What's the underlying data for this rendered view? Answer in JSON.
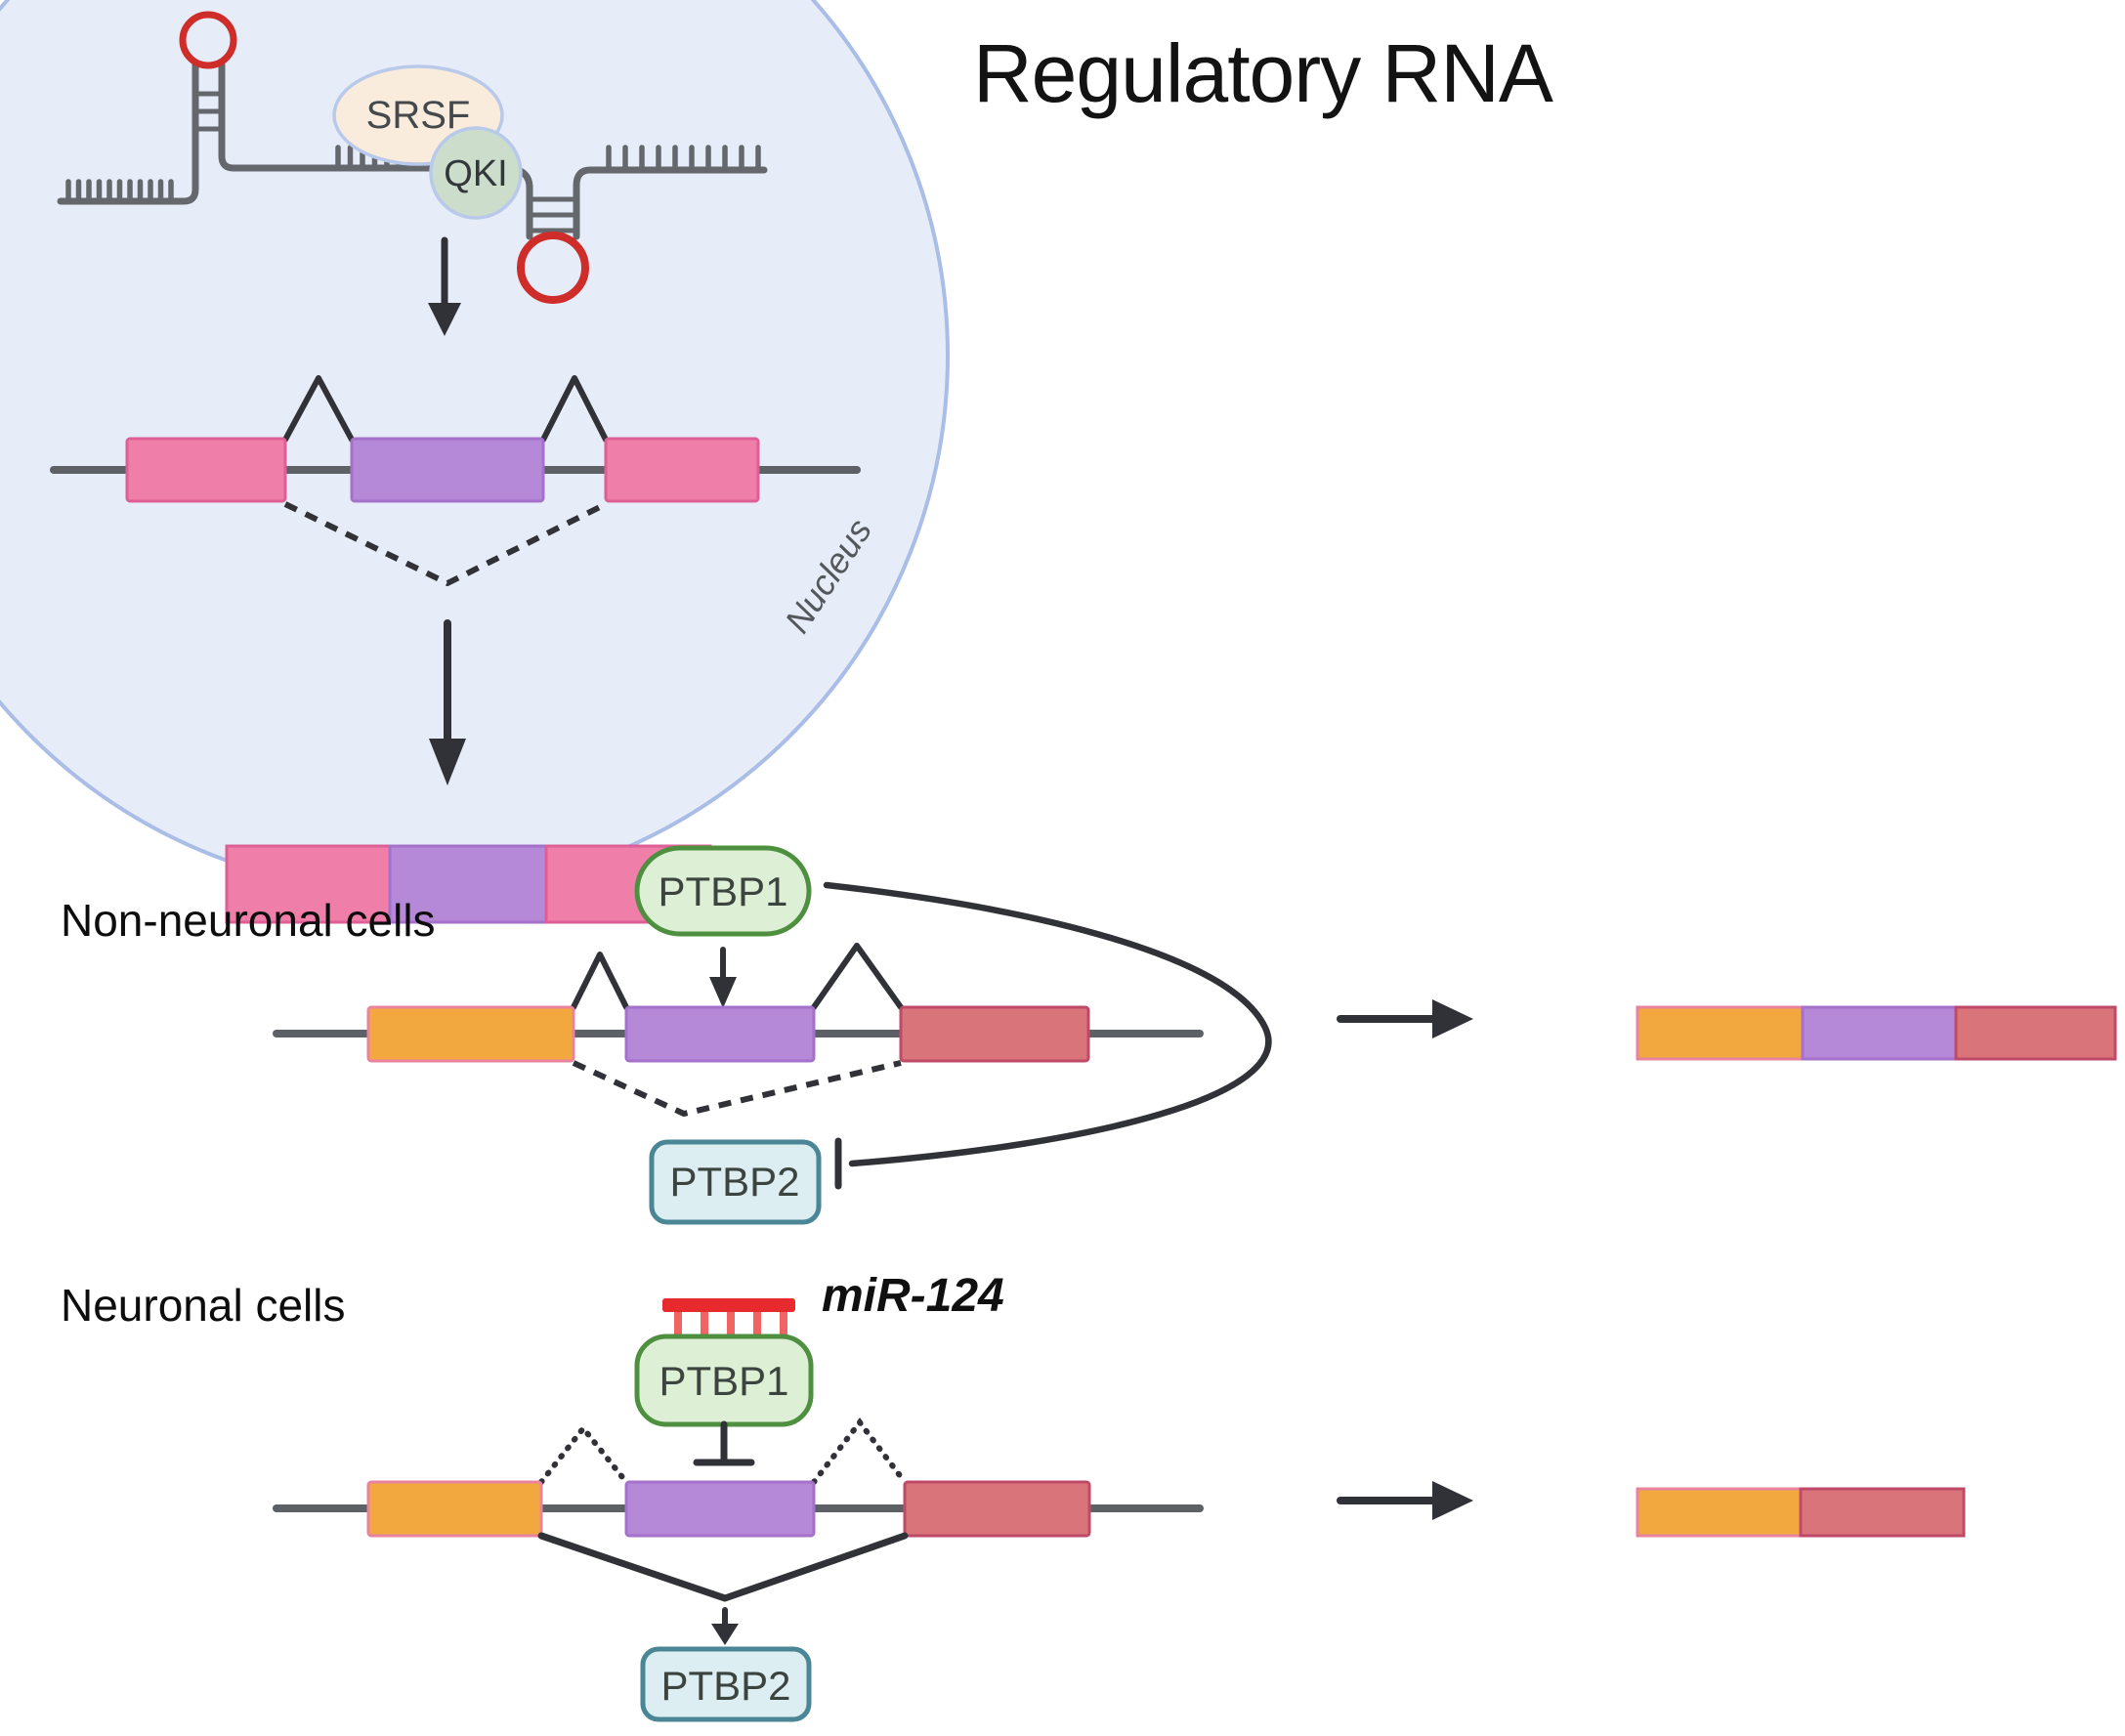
{
  "title": "Regulatory RNA",
  "nucleus": {
    "label": "Nucleus",
    "srsf": "SRSF",
    "qki": "QKI",
    "pre_mrna_exons": [
      "pink",
      "purple",
      "pink"
    ],
    "mature_mrna_exons": [
      "pink",
      "purple",
      "pink"
    ]
  },
  "non_neuronal": {
    "label": "Non-neuronal cells",
    "ptbp1": "PTBP1",
    "ptbp2": "PTBP2",
    "regulation": "PTBP1 inhibits PTBP2",
    "pre_mrna_exons": [
      "orange",
      "purple",
      "red"
    ],
    "product_exons": [
      "orange",
      "purple",
      "red"
    ]
  },
  "neuronal": {
    "label": "Neuronal cells",
    "mirna": "miR-124",
    "ptbp1": "PTBP1",
    "ptbp2": "PTBP2",
    "regulation": "miR-124 inhibits PTBP1; PTBP2 expressed",
    "pre_mrna_exons": [
      "orange",
      "purple",
      "red"
    ],
    "product_exons": [
      "orange",
      "red"
    ]
  },
  "colors": {
    "nucleus_fill": "#e7edf8",
    "nucleus_stroke": "#a9bde6",
    "strand": "#64676c",
    "ink": "#303237",
    "loop_red": "#ce2d29",
    "pink": "#ef7ea9",
    "pink_stroke": "#de5f95",
    "purple": "#b588d8",
    "purple_stroke": "#a471cb",
    "orange": "#f3a83f",
    "orange_stroke": "#e8849f",
    "red_exon": "#d9747b",
    "red_exon_stroke": "#bf4a68",
    "peach": "#faecdc",
    "sage": "#ccdecb",
    "blue_stroke": "#b9c9ea",
    "green_fill": "#ddefd5",
    "green_stroke": "#4f9040",
    "teal_fill": "#ddeef2",
    "teal_stroke": "#4a8695",
    "mir_red": "#e72a2e",
    "mir_teeth": "#f26363",
    "line_gray": "#5d6166",
    "protein_text": "#3c4440"
  }
}
